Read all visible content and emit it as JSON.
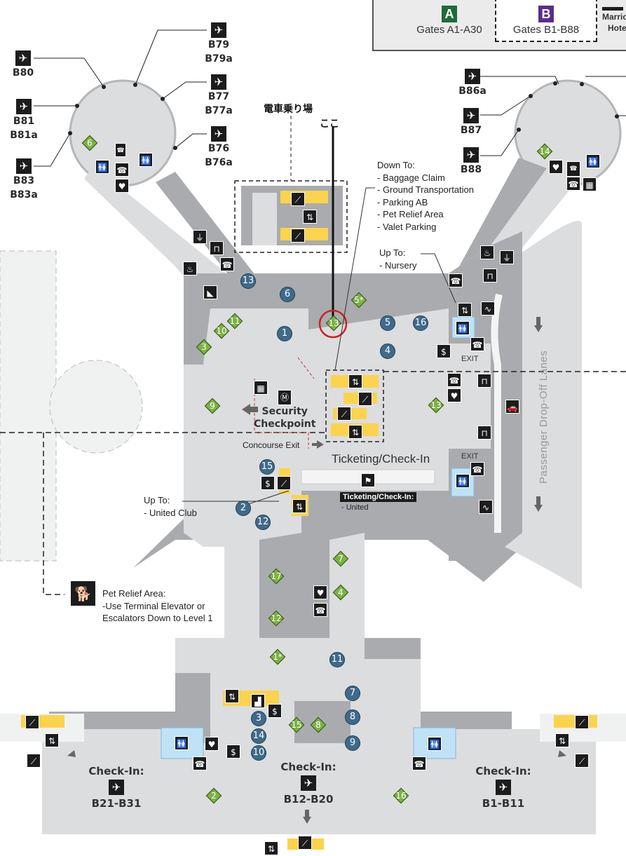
{
  "legend": {
    "items": [
      {
        "letter": "A",
        "label": "Gates A1-A30",
        "color": "#1e6b3a",
        "selected": false
      },
      {
        "letter": "B",
        "label": "Gates B1-B88",
        "color": "#5b2d8a",
        "selected": true
      }
    ],
    "hotel_label_line1": "Marrio",
    "hotel_label_line2": "Hote"
  },
  "annotations": {
    "train_platform_jp": "電車乗り場",
    "here_jp": "ここ",
    "highlight_color": "#cc2222"
  },
  "gates_left_rotunda": [
    {
      "id": "b80",
      "lines": [
        "B80"
      ]
    },
    {
      "id": "b79",
      "lines": [
        "B79",
        "B79a"
      ]
    },
    {
      "id": "b81",
      "lines": [
        "B81",
        "B81a"
      ]
    },
    {
      "id": "b77",
      "lines": [
        "B77",
        "B77a"
      ]
    },
    {
      "id": "b83",
      "lines": [
        "B83",
        "B83a"
      ]
    },
    {
      "id": "b76",
      "lines": [
        "B76",
        "B76a"
      ]
    }
  ],
  "gates_right_rotunda": [
    {
      "id": "b86a",
      "lines": [
        "B86a"
      ]
    },
    {
      "id": "b87",
      "lines": [
        "B87"
      ]
    },
    {
      "id": "b88",
      "lines": [
        "B88"
      ]
    }
  ],
  "notes": {
    "down_to": {
      "title": "Down To:",
      "items": [
        "- Baggage Claim",
        "- Ground Transportation",
        "- Parking AB",
        "- Pet Relief Area",
        "- Valet Parking"
      ]
    },
    "up_to_nursery": {
      "title": "Up To:",
      "items": [
        "- Nursery"
      ]
    },
    "up_to_club": {
      "title": "Up To:",
      "items": [
        "- United Club"
      ]
    },
    "pet_relief": {
      "title": "Pet Relief Area:",
      "items": [
        "-Use Terminal Elevator or",
        "Escalators Down to Level 1"
      ]
    }
  },
  "areas": {
    "security": [
      "Security",
      "Checkpoint"
    ],
    "concourse_exit": "Concourse Exit",
    "ticketing": "Ticketing/Check-In",
    "ticketing_tag": "Ticketing/Check-In:",
    "ticketing_airline": "- United",
    "exit": "EXIT",
    "dropoff": "Passenger Drop-Off Lanes"
  },
  "checkins": [
    {
      "id": "b21",
      "title": "Check-In:",
      "range": "B21-B31"
    },
    {
      "id": "b12",
      "title": "Check-In:",
      "range": "B12-B20"
    },
    {
      "id": "b1",
      "title": "Check-In:",
      "range": "B1-B11"
    }
  ],
  "dining_markers": [
    "13",
    "6",
    "1",
    "5",
    "16",
    "4",
    "15",
    "2",
    "12",
    "11",
    "7",
    "8",
    "9",
    "3",
    "14",
    "10"
  ],
  "shop_markers": [
    "6",
    "14",
    "5*",
    "13",
    "11",
    "10",
    "3",
    "9",
    "13",
    "7",
    "17",
    "4",
    "12",
    "1*",
    "15",
    "8",
    "2",
    "16"
  ],
  "icons": {
    "plane": "✈",
    "restroom": "🚻",
    "phone": "☎",
    "aed": "♥",
    "elevator": "⇅",
    "escalator": "⟋",
    "stairs": "▟",
    "power": "⏚",
    "cart": "⊓",
    "shoeshine": "◣",
    "massage": "♨",
    "smoking": "∿",
    "atm": "$",
    "security": "Ⓜ",
    "pet": "🐕",
    "car": "🚗",
    "ticket_counter": "⚑",
    "tty": "▦"
  }
}
